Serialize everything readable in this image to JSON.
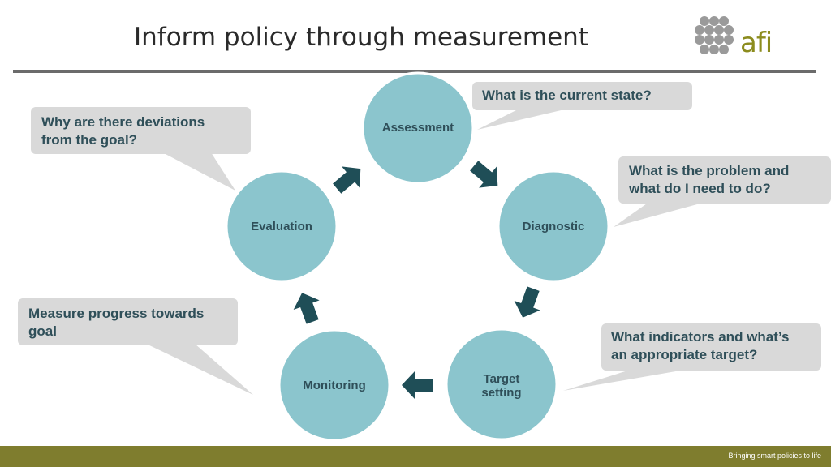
{
  "title": "Inform policy through measurement",
  "logo": {
    "text": "afi"
  },
  "nodes": {
    "assessment": "Assessment",
    "diagnostic": "Diagnostic",
    "target_setting_line1": "Target",
    "target_setting_line2": "setting",
    "monitoring": "Monitoring",
    "evaluation": "Evaluation"
  },
  "callouts": {
    "current_state": "What is the current state?",
    "problem_line1": "What is the problem and",
    "problem_line2": "what do I need to do?",
    "indicators_line1": "What indicators and what’s",
    "indicators_line2": "an appropriate target?",
    "progress_line1": "Measure progress towards",
    "progress_line2": "goal",
    "deviations_line1": "Why are there deviations",
    "deviations_line2": "from the goal?"
  },
  "footer": {
    "tagline": "Bringing smart policies to life"
  },
  "colors": {
    "circle": "#8bc5cd",
    "arrow": "#1f4e57",
    "callout": "#d9d9d9",
    "footer": "#7f7d2e",
    "logo_gray": "#9a9a9a"
  }
}
